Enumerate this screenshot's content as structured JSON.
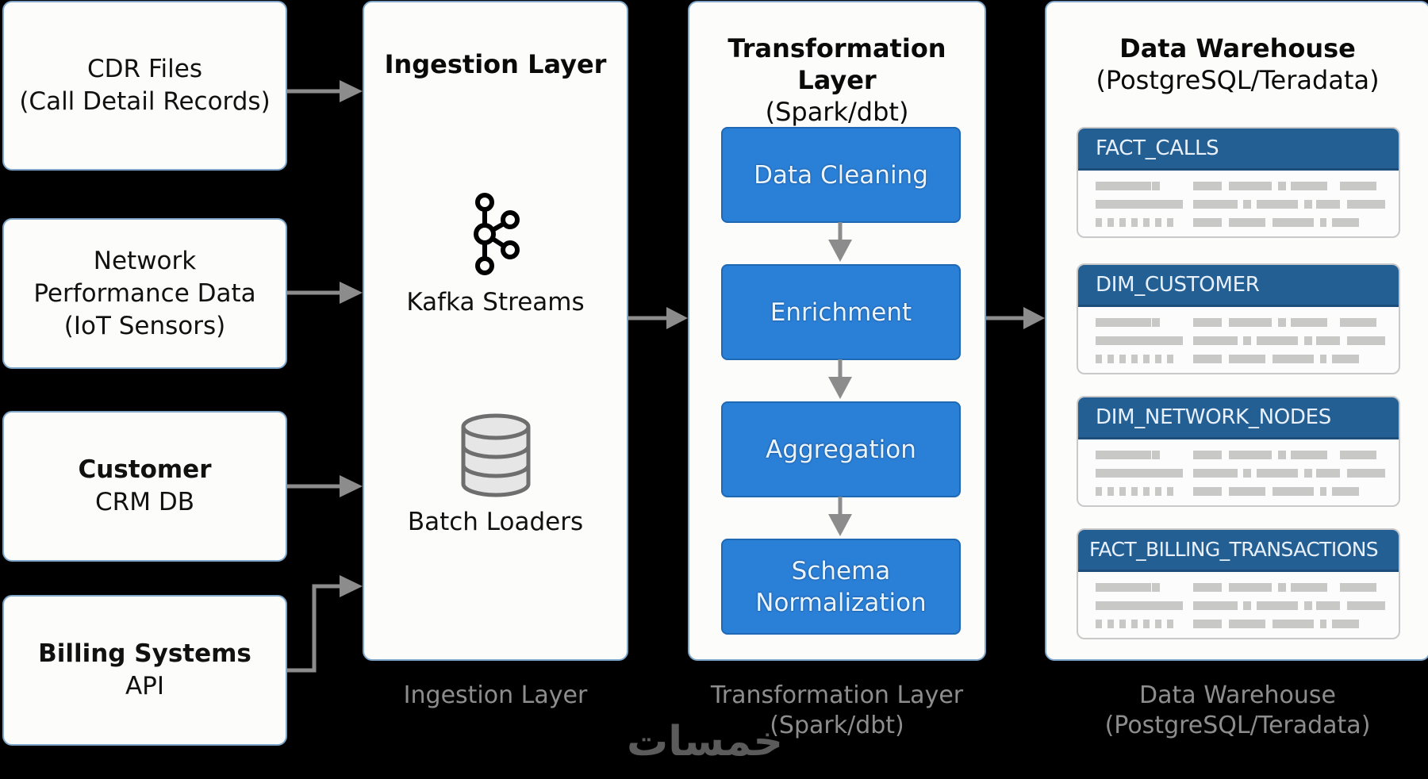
{
  "sources": [
    {
      "id": "cdr",
      "lines": [
        {
          "text": "CDR Files",
          "bold": false
        },
        {
          "text": "(Call Detail Records)",
          "bold": false
        }
      ]
    },
    {
      "id": "network",
      "lines": [
        {
          "text": "Network",
          "bold": false
        },
        {
          "text": "Performance Data",
          "bold": false
        },
        {
          "text": "(IoT Sensors)",
          "bold": false
        }
      ]
    },
    {
      "id": "crm",
      "lines": [
        {
          "text": "Customer",
          "bold": true
        },
        {
          "text": "CRM DB",
          "bold": false
        }
      ]
    },
    {
      "id": "billing",
      "lines": [
        {
          "text": "Billing Systems",
          "bold": true
        },
        {
          "text": "API",
          "bold": false
        }
      ]
    }
  ],
  "ingestion": {
    "title": "Ingestion Layer",
    "items": [
      {
        "label": "Kafka Streams",
        "icon": "kafka-icon"
      },
      {
        "label": "Batch Loaders",
        "icon": "database-icon"
      }
    ]
  },
  "transformation": {
    "title": "Transformation Layer",
    "subtitle": "(Spark/dbt)",
    "steps": [
      {
        "label": "Data Cleaning"
      },
      {
        "label": "Enrichment"
      },
      {
        "label": "Aggregation"
      },
      {
        "label": "Schema Normalization"
      }
    ],
    "step_color": "#2a7fd6"
  },
  "warehouse": {
    "title": "Data Warehouse",
    "subtitle": "(PostgreSQL/Teradata)",
    "tables": [
      {
        "name": "FACT_CALLS"
      },
      {
        "name": "DIM_CUSTOMER"
      },
      {
        "name": "DIM_NETWORK_NODES"
      },
      {
        "name": "FACT_BILLING_TRANSACTIONS"
      }
    ],
    "table_header_color": "#245f94"
  },
  "captions": {
    "ingestion": "Ingestion Layer",
    "transformation_line1": "Transformation Layer",
    "transformation_line2": "(Spark/dbt)",
    "warehouse_line1": "Data Warehouse",
    "warehouse_line2": "(PostgreSQL/Teradata)"
  },
  "watermark": "خمسات",
  "colors": {
    "background": "#000000",
    "panel": "#fcfcfb",
    "panel_border": "#7fa6c8",
    "arrow": "#8c8c8c",
    "caption": "#8d8d8d"
  }
}
